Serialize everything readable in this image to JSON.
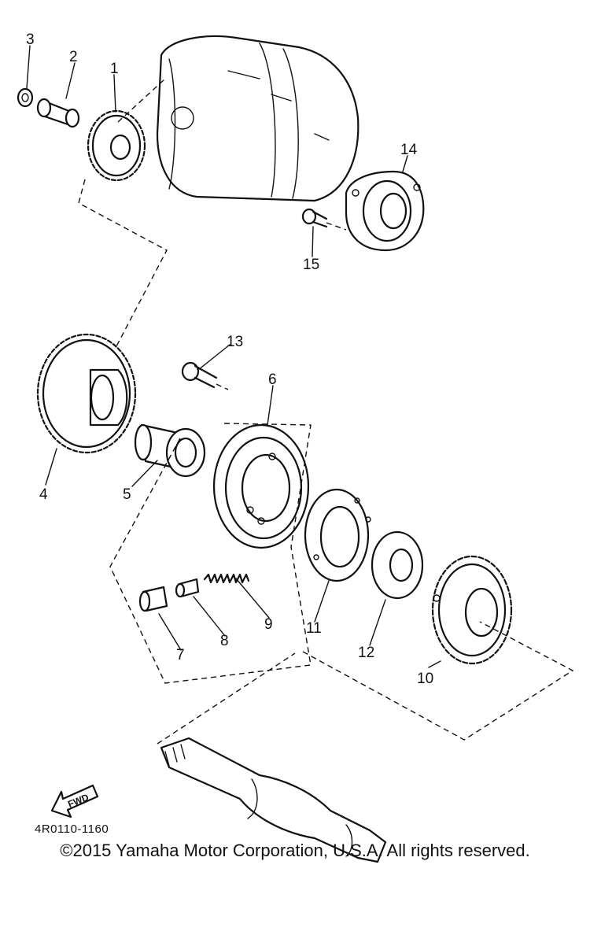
{
  "callouts": [
    "1",
    "2",
    "3",
    "4",
    "5",
    "6",
    "7",
    "8",
    "9",
    "10",
    "11",
    "12",
    "13",
    "14",
    "15"
  ],
  "fwd_label": "FWD",
  "diagram_code": "4R0110-1160",
  "copyright": "©2015 Yamaha Motor Corporation, U.S.A. All rights reserved."
}
